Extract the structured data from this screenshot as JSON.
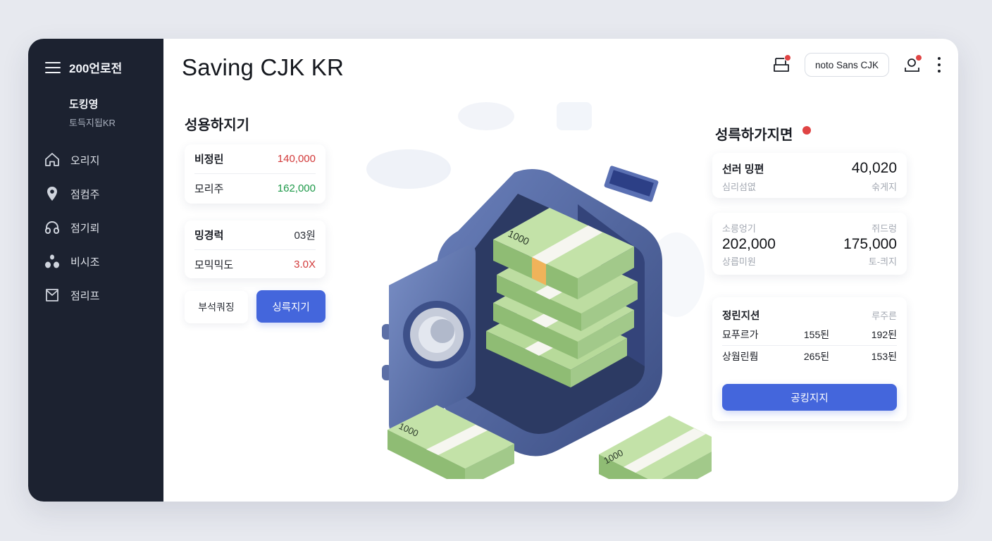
{
  "window": {
    "title": "Saving CJK KR"
  },
  "sidebar": {
    "brand": "200언로전",
    "user": {
      "name": "도킹영",
      "subtitle": "토득지됩KR"
    },
    "items": [
      {
        "label": "오리지",
        "icon": "home-icon"
      },
      {
        "label": "점컴주",
        "icon": "location-pin-icon"
      },
      {
        "label": "점기뢰",
        "icon": "headphones-icon"
      },
      {
        "label": "비시조",
        "icon": "people-icon"
      },
      {
        "label": "점리프",
        "icon": "mail-icon"
      }
    ]
  },
  "header": {
    "font_selector": "noto Sans CJK",
    "notification_badge": true,
    "profile_badge": true
  },
  "left_panel": {
    "title": "성용하지기",
    "card1": {
      "rows": [
        {
          "label": "비정린",
          "value": "140,000",
          "color": "#d23a3a"
        },
        {
          "label": "모리주",
          "value": "162,000",
          "color": "#1f9a4a"
        }
      ]
    },
    "card2": {
      "rows": [
        {
          "label": "밍경럭",
          "value": "03원",
          "color": "#2a2e36"
        },
        {
          "label": "모믹믹도",
          "value": "3.0X",
          "color": "#d23a3a"
        }
      ]
    },
    "secondary_button": "부석쿼징",
    "primary_button": "싱륵지기"
  },
  "right_panel": {
    "title": "성륵하가지면",
    "summary_card": {
      "label": "선러 밍편",
      "sublabel": "심리섬엾",
      "value": "40,020",
      "value_sub": "숚게지"
    },
    "stats_card": {
      "left": {
        "top": "소릉엉기",
        "value": "202,000",
        "bottom": "상릅미원"
      },
      "right": {
        "top": "쥐드렁",
        "value": "175,000",
        "bottom": "토-킈지"
      }
    },
    "table_card": {
      "title": "정린지션",
      "header_right": "루주른",
      "rows": [
        {
          "label": "묘푸르가",
          "col1": "155된",
          "col2": "192된"
        },
        {
          "label": "상웜린뤔",
          "col1": "265된",
          "col2": "153된"
        }
      ],
      "button": "공킹지지"
    }
  },
  "illustration": {
    "subject": "open-safe-with-banknote-stacks",
    "banknote_denomination": "1000",
    "colors": {
      "safe": "#4a5f99",
      "safe_inner": "#2c3a63",
      "bills": "#a9d08e",
      "band": "#f0b35a"
    }
  },
  "colors": {
    "sidebar_bg": "#1c2230",
    "accent": "#4466dc",
    "negative": "#d23a3a",
    "positive": "#1f9a4a",
    "badge": "#e04444",
    "page_bg": "#e7e9ef"
  }
}
